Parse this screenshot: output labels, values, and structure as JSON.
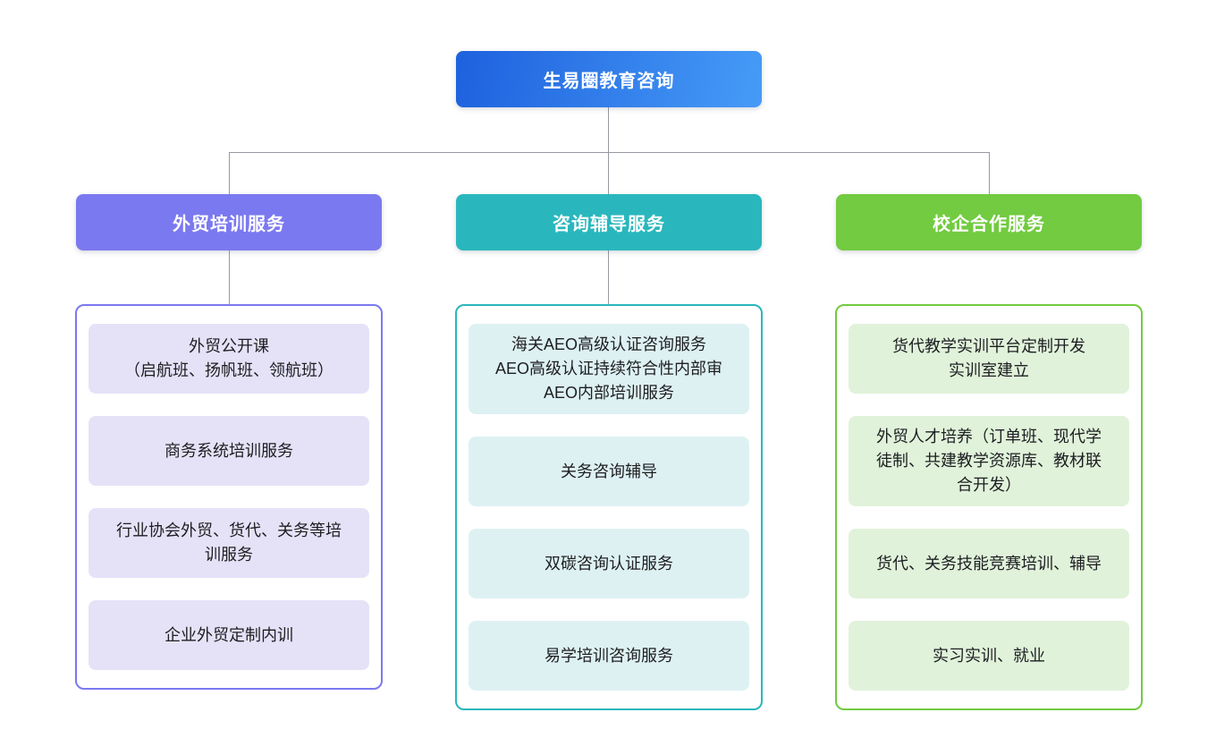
{
  "diagram": {
    "root": {
      "label": "生易圈教育咨询"
    },
    "branches": [
      {
        "label": "外贸培训服务",
        "items": [
          "外贸公开课\n（启航班、扬帆班、领航班）",
          "商务系统培训服务",
          "行业协会外贸、货代、关务等培训服务",
          "企业外贸定制内训"
        ]
      },
      {
        "label": "咨询辅导服务",
        "items": [
          "海关AEO高级认证咨询服务\nAEO高级认证持续符合性内部审\nAEO内部培训服务",
          "关务咨询辅导",
          "双碳咨询认证服务",
          "易学培训咨询服务"
        ]
      },
      {
        "label": "校企合作服务",
        "items": [
          "货代教学实训平台定制开发\n实训室建立",
          "外贸人才培养（订单班、现代学徒制、共建教学资源库、教材联合开发）",
          "货代、关务技能竞赛培训、辅导",
          "实习实训、就业"
        ]
      }
    ],
    "colors": {
      "root_gradient_from": "#1E61DE",
      "root_gradient_to": "#469BF7",
      "branch1_header": "#7B79EF",
      "branch1_item_bg": "#E5E2F8",
      "branch2_header": "#29B7BD",
      "branch2_item_bg": "#DEF1F2",
      "branch3_header": "#72CB40",
      "branch3_item_bg": "#E0F2DA",
      "connector": "#969AA0"
    }
  }
}
